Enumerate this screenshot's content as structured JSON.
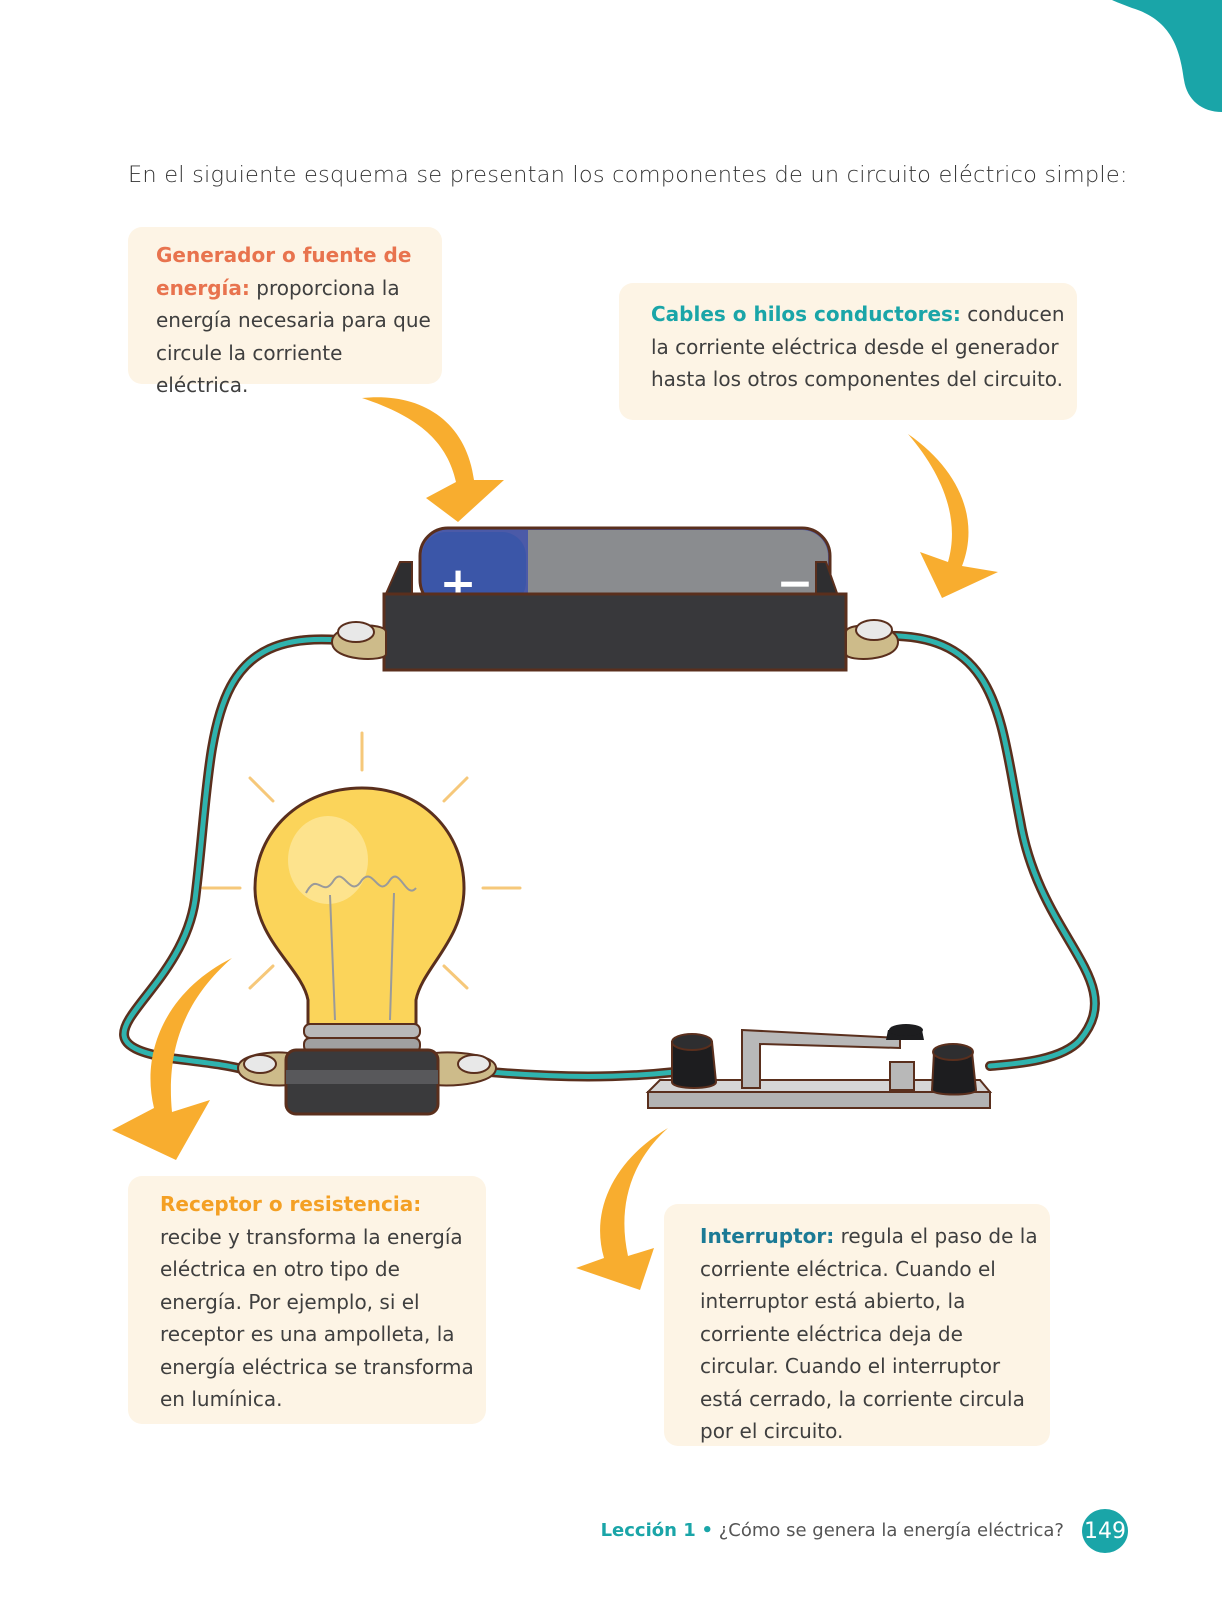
{
  "intro": "En el siguiente esquema se presentan los componentes de un circuito eléctrico simple:",
  "boxes": {
    "generator": {
      "term": "Generador o fuente de energía:",
      "text": " proporciona la energía necesaria para que circule la corriente eléctrica."
    },
    "cables": {
      "term": "Cables o hilos conductores:",
      "text": " conducen la corriente eléctrica desde el generador hasta los otros componentes del circuito."
    },
    "receptor": {
      "term": "Receptor o resistencia:",
      "text": " recibe y transforma la energía eléctrica en otro tipo de energía. Por ejemplo, si el receptor es una ampolleta, la energía eléctrica se transforma en lumínica."
    },
    "switch": {
      "term": "Interruptor:",
      "text": " regula el paso de la corriente eléctrica. Cuando el interruptor está abierto, la corriente eléctrica deja de circular. Cuando el interruptor está cerrado, la corriente circula por el circuito."
    }
  },
  "battery": {
    "plus": "+",
    "minus": "−"
  },
  "footer": {
    "lesson": "Lección 1",
    "separator": "•",
    "title": "¿Cómo se genera la energía eléctrica?",
    "page": "149"
  },
  "colors": {
    "teal": "#1aa5a8",
    "arrow": "#f8ad2f",
    "box": "#fdf4e5",
    "generator_term": "#e8734e",
    "receptor_term": "#f4a024",
    "switch_term": "#1b7a95"
  }
}
